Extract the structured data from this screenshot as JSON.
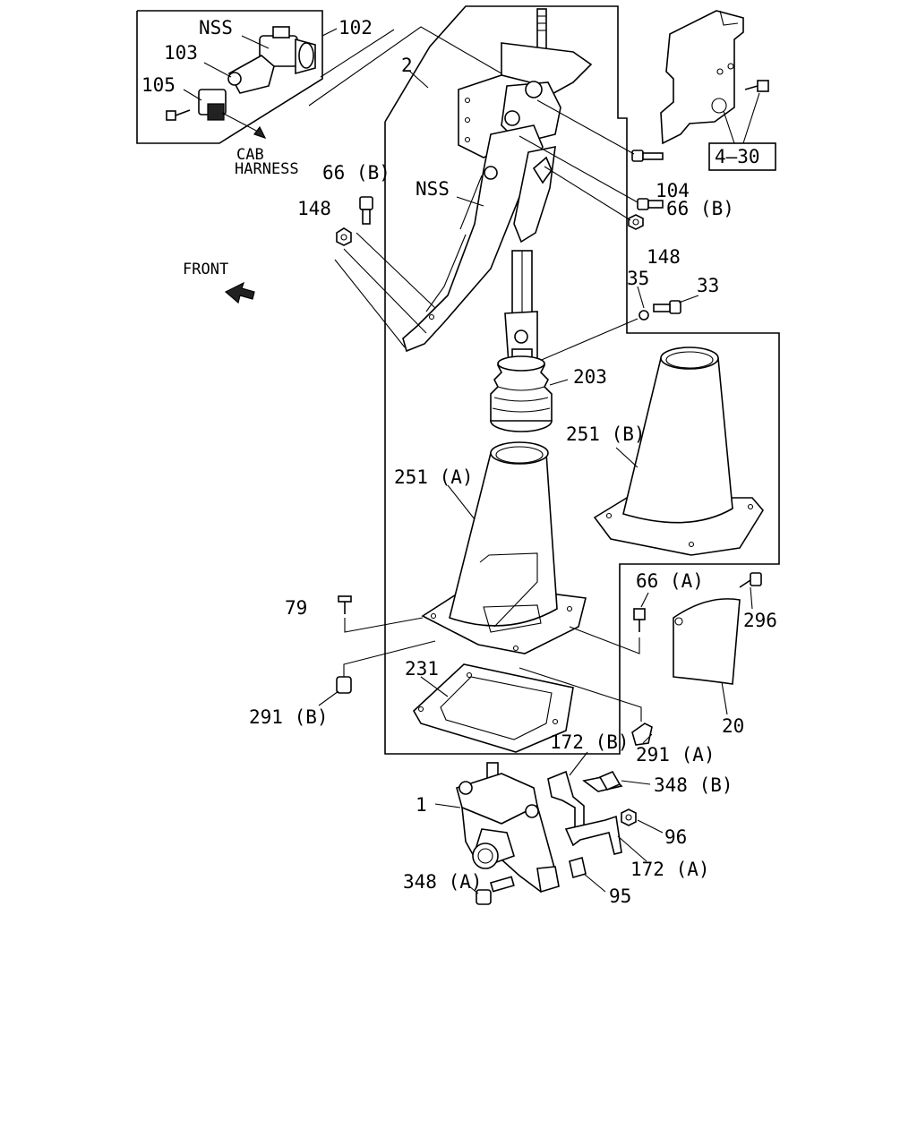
{
  "labels": {
    "nss_top": "NSS",
    "p102": "102",
    "p103": "103",
    "p105": "105",
    "cab": "CAB",
    "harness": "HARNESS",
    "p2": "2",
    "p66b_left": "66 (B)",
    "p148_left": "148",
    "nss_mid": "NSS",
    "front": "FRONT",
    "p104": "104",
    "p66b_right": "66 (B)",
    "p148_right": "148",
    "p35": "35",
    "p33": "33",
    "ref430": "4–30",
    "p203": "203",
    "p251b": "251 (B)",
    "p251a": "251 (A)",
    "p79": "79",
    "p66a": "66 (A)",
    "p296": "296",
    "p231": "231",
    "p291b": "291 (B)",
    "p20": "20",
    "p291a": "291 (A)",
    "p172b": "172 (B)",
    "p348b": "348 (B)",
    "p1": "1",
    "p96": "96",
    "p172a": "172 (A)",
    "p348a": "348 (A)",
    "p95": "95"
  }
}
